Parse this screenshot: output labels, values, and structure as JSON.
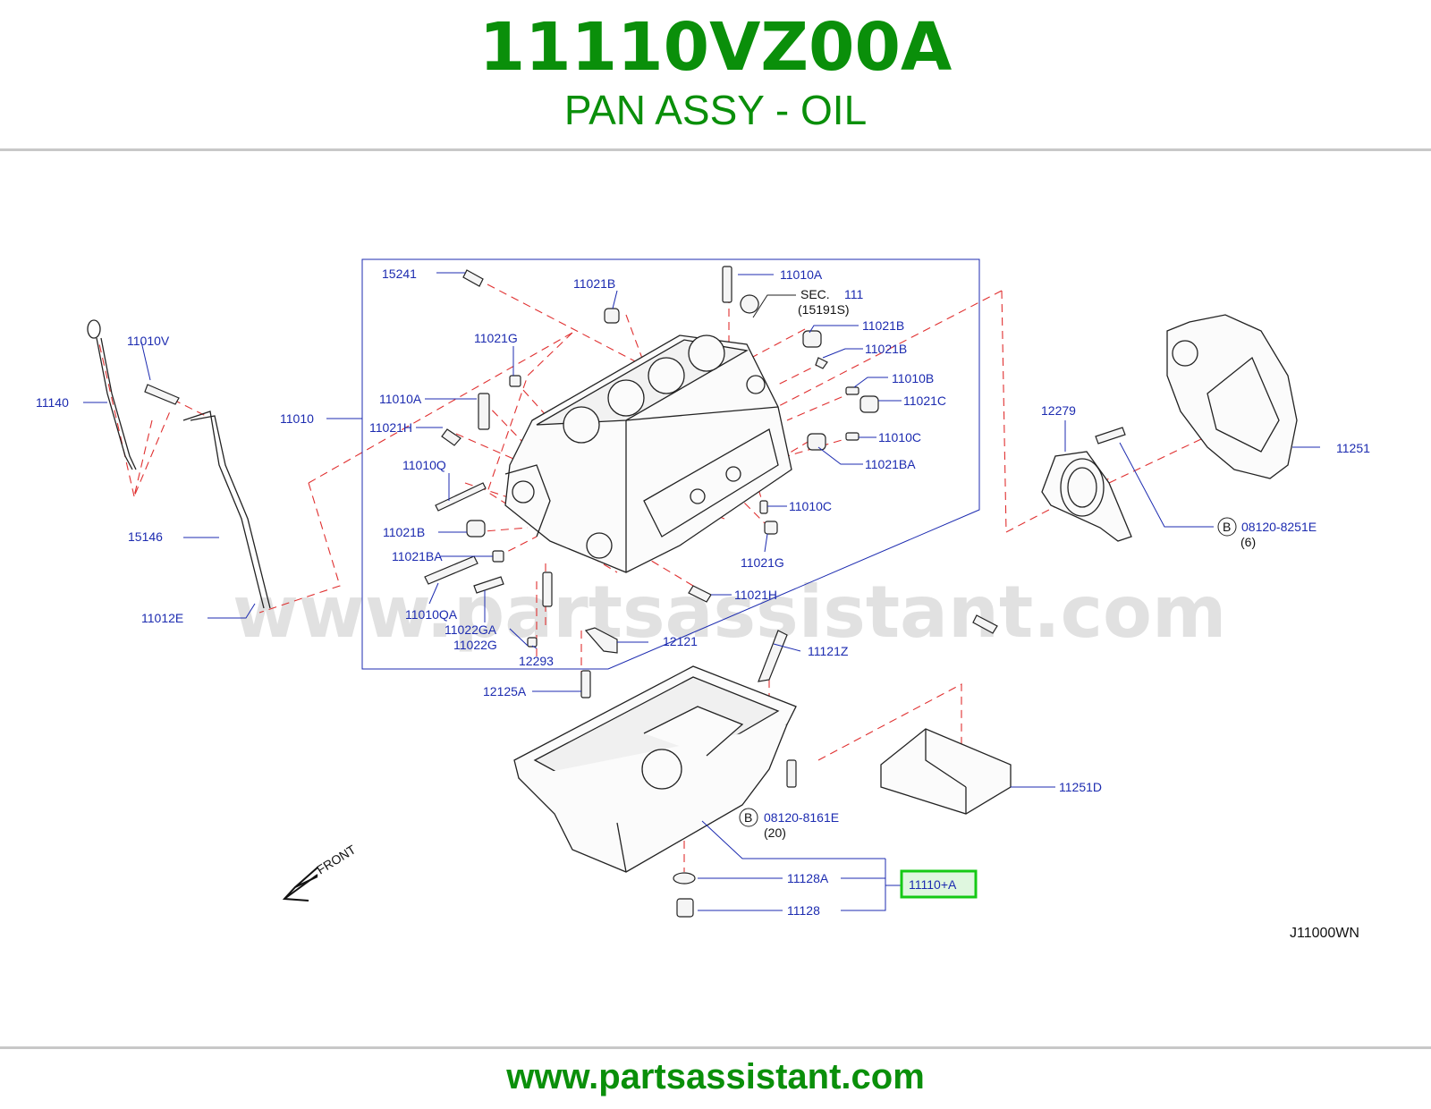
{
  "header": {
    "part_number": "11110VZ00A",
    "part_name": "PAN ASSY - OIL"
  },
  "footer": {
    "url": "www.partsassistant.com"
  },
  "watermark": "www.partsassistant.com",
  "diagram": {
    "code": "J11000WN",
    "front_label": "FRONT",
    "section_ref": {
      "prefix": "SEC.",
      "number": "111",
      "sub": "(15191S)"
    },
    "highlighted_part": "11110+A",
    "bolt_notes": [
      {
        "marker": "B",
        "part": "08120-8251E",
        "qty": "(6)"
      },
      {
        "marker": "B",
        "part": "08120-8161E",
        "qty": "(20)"
      }
    ],
    "callouts": [
      "15241",
      "11021B",
      "11010A",
      "11010V",
      "11140",
      "11021G",
      "11021B",
      "11021B",
      "11010",
      "11010A",
      "11010B",
      "11021C",
      "11021H",
      "11010C",
      "11021BA",
      "11010Q",
      "11010C",
      "11021B",
      "11021G",
      "15146",
      "11021BA",
      "11021H",
      "11010QA",
      "11022GA",
      "11022G",
      "12293",
      "12121",
      "11121Z",
      "11012E",
      "12125A",
      "12279",
      "11251",
      "11251D",
      "11128A",
      "11128"
    ]
  },
  "colors": {
    "brand_green": "#0a8f0a",
    "callout_blue": "#1c2bb0",
    "dash_red": "#e03030",
    "highlight_border": "#15c915",
    "highlight_fill": "#dff7df"
  }
}
